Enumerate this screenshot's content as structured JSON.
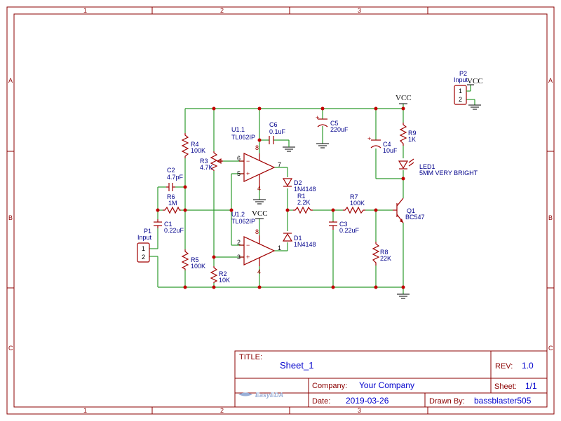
{
  "frame": {
    "zones_top": [
      "1",
      "2",
      "3"
    ],
    "zones_bottom": [
      "1",
      "2",
      "3"
    ],
    "zones_left": [
      "A",
      "B",
      "C"
    ],
    "zones_right": [
      "A",
      "B",
      "C"
    ]
  },
  "title_block": {
    "title_label": "TITLE:",
    "title_value": "Sheet_1",
    "rev_label": "REV:",
    "rev_value": "1.0",
    "company_label": "Company:",
    "company_value": "Your Company",
    "sheet_label": "Sheet:",
    "sheet_value": "1/1",
    "date_label": "Date:",
    "date_value": "2019-03-26",
    "drawn_label": "Drawn By:",
    "drawn_value": "bassblaster505",
    "logo_text": "EasyEDA"
  },
  "components": {
    "u11": {
      "ref": "U1.1",
      "value": "TL062IP",
      "pin_neg": "6",
      "pin_pos": "5",
      "pin_out": "7",
      "pin_v": "8",
      "pin_g": "4"
    },
    "u12": {
      "ref": "U1.2",
      "value": "TL062IP",
      "pin_neg": "2",
      "pin_pos": "3",
      "pin_out": "1",
      "pin_v": "8",
      "pin_g": "4"
    },
    "c6": {
      "ref": "C6",
      "value": "0.1uF"
    },
    "c5": {
      "ref": "C5",
      "value": "220uF"
    },
    "c4": {
      "ref": "C4",
      "value": "10uF"
    },
    "c2": {
      "ref": "C2",
      "value": "4.7pF"
    },
    "c1": {
      "ref": "C1",
      "value": "0.22uF"
    },
    "c3": {
      "ref": "C3",
      "value": "0.22uF"
    },
    "r4": {
      "ref": "R4",
      "value": "100K"
    },
    "r3": {
      "ref": "R3",
      "value": "4.7K"
    },
    "r6": {
      "ref": "R6",
      "value": "1M"
    },
    "r5": {
      "ref": "R5",
      "value": "100K"
    },
    "r2": {
      "ref": "R2",
      "value": "10K"
    },
    "r1": {
      "ref": "R1",
      "value": "2.2K"
    },
    "r7": {
      "ref": "R7",
      "value": "100K"
    },
    "r8": {
      "ref": "R8",
      "value": "22K"
    },
    "r9": {
      "ref": "R9",
      "value": "1K"
    },
    "d1": {
      "ref": "D1",
      "value": "1N4148"
    },
    "d2": {
      "ref": "D2",
      "value": "1N4148"
    },
    "led1": {
      "ref": "LED1",
      "value": "5MM VERY BRIGHT"
    },
    "q1": {
      "ref": "Q1",
      "value": "BC547"
    },
    "p1": {
      "ref": "P1",
      "value": "Input",
      "pin1": "1",
      "pin2": "2"
    },
    "p2": {
      "ref": "P2",
      "value": "Input",
      "pin1": "1",
      "pin2": "2"
    }
  },
  "power": {
    "vcc_main": "VCC",
    "vcc_u12": "VCC",
    "vcc_p2": "VCC"
  }
}
